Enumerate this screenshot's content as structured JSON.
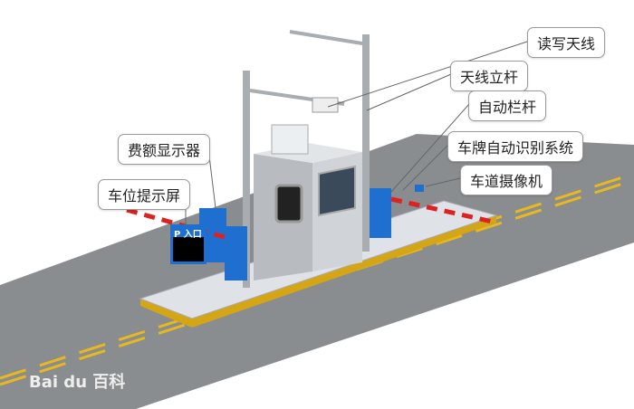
{
  "labels": {
    "rw_antenna": "读写天线",
    "antenna_pole": "天线立杆",
    "auto_barrier": "自动栏杆",
    "plate_recognition": "车牌自动识别系统",
    "lane_camera": "车道摄像机",
    "fee_display": "费额显示器",
    "space_display": "车位提示屏"
  },
  "sign_text": "P 入口",
  "watermark": "Bai du 百科",
  "colors": {
    "road": "#8a8d90",
    "lane_line": "#e8b81e",
    "booth": "#b8bcc0",
    "equipment": "#1f6fd0"
  }
}
